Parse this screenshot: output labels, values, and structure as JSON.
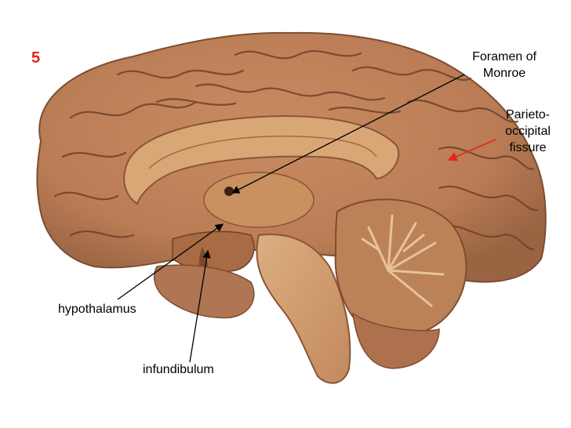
{
  "slide_number": "5",
  "colors": {
    "slide_number": "#e3261b",
    "arrow_black": "#000000",
    "arrow_red": "#e3261b",
    "tissue": "#b97c55",
    "tissue_light": "#d4a072",
    "tissue_dark": "#8f5a3a",
    "background": "#ffffff"
  },
  "labels": {
    "foramen": {
      "line1": "Foramen of",
      "line2": "Monroe"
    },
    "parieto": {
      "line1": "Parieto-",
      "line2": "occipital",
      "line3": "fissure"
    },
    "hypothalamus": "hypothalamus",
    "infundibulum": "infundibulum"
  },
  "image": {
    "subject": "midsagittal section of human brain specimen"
  }
}
